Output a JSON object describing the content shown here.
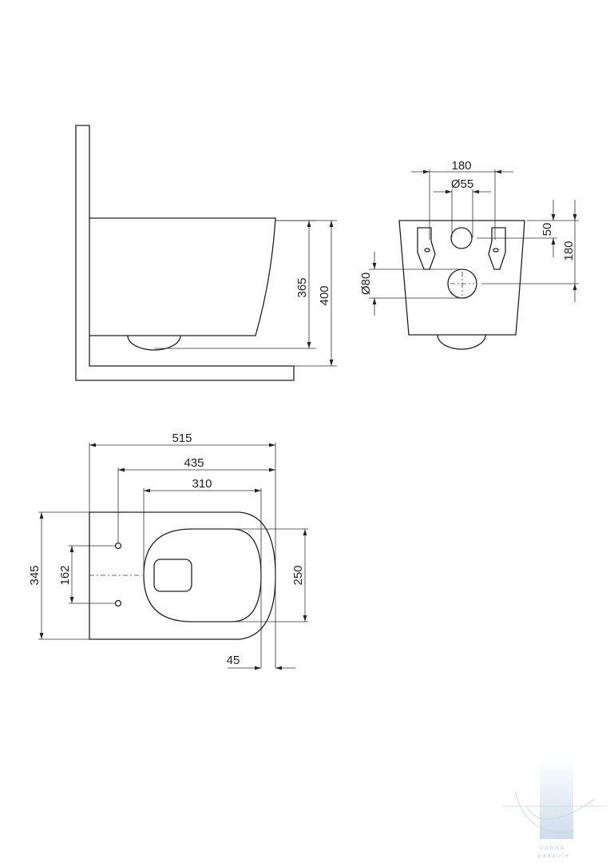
{
  "side_view": {
    "dim_bowl_height": "365",
    "dim_total_height": "400"
  },
  "front_view": {
    "dim_bracket_spacing": "180",
    "dim_inlet_diameter": "Ø55",
    "dim_inlet_offset": "50",
    "dim_outlet_height": "180",
    "dim_outlet_diameter": "Ø80"
  },
  "top_view": {
    "dim_length": "515",
    "dim_hole_to_front": "435",
    "dim_seat_length": "310",
    "dim_seat_width": "250",
    "dim_width": "345",
    "dim_hole_spacing": "162",
    "dim_seat_overhang": "45"
  },
  "watermark": {
    "line1": "vannu",
    "line2": "pasaule"
  }
}
